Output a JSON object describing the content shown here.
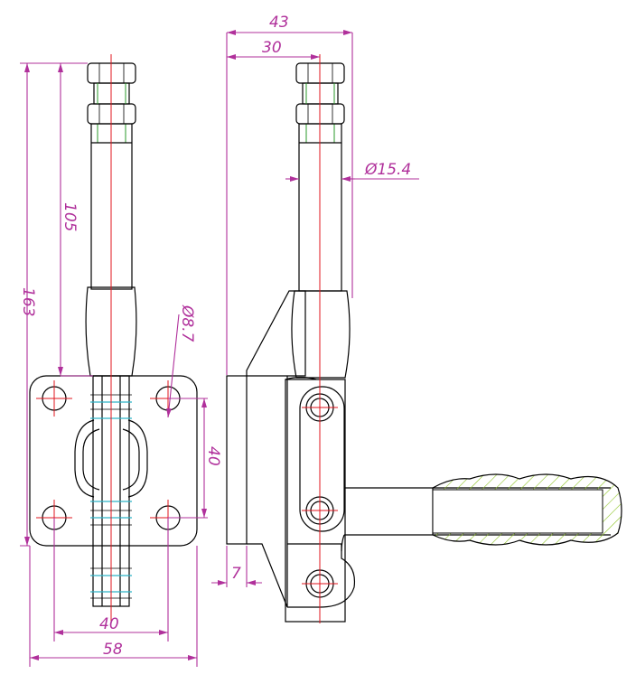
{
  "colors": {
    "outline": "#000000",
    "dimension": "#b0309b",
    "centerline": "#e0141e",
    "thread": "#2a9a2a",
    "hatch": "#8fc428",
    "washer": "#2fb4c8"
  },
  "dimensions": {
    "d43": "43",
    "d30": "30",
    "d15_4": "Ø15.4",
    "d105": "105",
    "d163": "163",
    "d8_7": "Ø8.7",
    "d40_vertical": "40",
    "d7": "7",
    "d40_horizontal": "40",
    "d58": "58"
  }
}
